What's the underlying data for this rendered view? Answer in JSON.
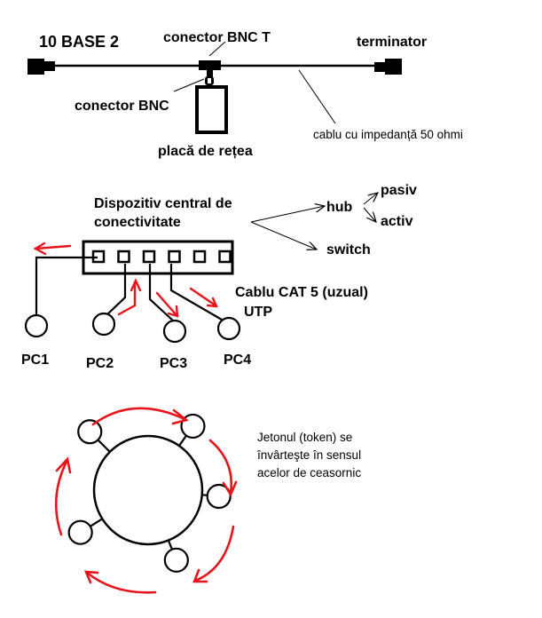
{
  "colors": {
    "ink": "#000000",
    "token_arrow": "#e8141b",
    "background": "#ffffff"
  },
  "bus_section": {
    "title": "10 BASE 2",
    "t_connector_label": "conector BNC T",
    "terminator_label": "terminator",
    "bnc_connector_label": "conector BNC",
    "network_card_label": "placă de rețea",
    "cable_label": "cablu cu impedanță 50 ohmi"
  },
  "star_section": {
    "central_device_label_line1": "Dispozitiv central de",
    "central_device_label_line2": "conectivitate",
    "hub_label": "hub",
    "passive_label": "pasiv",
    "active_label": "activ",
    "switch_label": "switch",
    "cable_label_line1": "Cablu CAT 5 (uzual)",
    "cable_label_line2": "UTP",
    "port_count": 6,
    "pcs": [
      {
        "label": "PC1"
      },
      {
        "label": "PC2"
      },
      {
        "label": "PC3"
      },
      {
        "label": "PC4"
      }
    ]
  },
  "ring_section": {
    "node_count": 5,
    "note_line1": "Jetonul (token) se",
    "note_line2": "învârteşte în sensul",
    "note_line3": "acelor de ceasornic"
  }
}
